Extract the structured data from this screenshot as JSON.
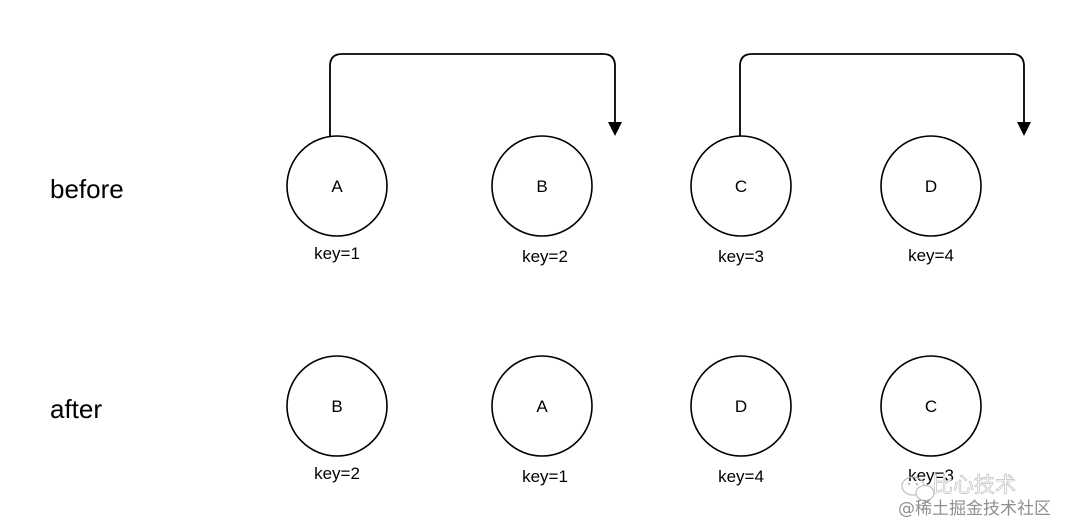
{
  "rows": [
    {
      "id": "before",
      "label": "before",
      "nodes": [
        {
          "letter": "A",
          "key": "key=1"
        },
        {
          "letter": "B",
          "key": "key=2"
        },
        {
          "letter": "C",
          "key": "key=3"
        },
        {
          "letter": "D",
          "key": "key=4"
        }
      ]
    },
    {
      "id": "after",
      "label": "after",
      "nodes": [
        {
          "letter": "B",
          "key": "key=2"
        },
        {
          "letter": "A",
          "key": "key=1"
        },
        {
          "letter": "D",
          "key": "key=4"
        },
        {
          "letter": "C",
          "key": "key=3"
        }
      ]
    }
  ],
  "moves": [
    {
      "from": "A",
      "to": "B"
    },
    {
      "from": "C",
      "to": "D"
    }
  ],
  "watermark": {
    "line1": "比心技术",
    "line2": "@稀土掘金技术社区"
  }
}
